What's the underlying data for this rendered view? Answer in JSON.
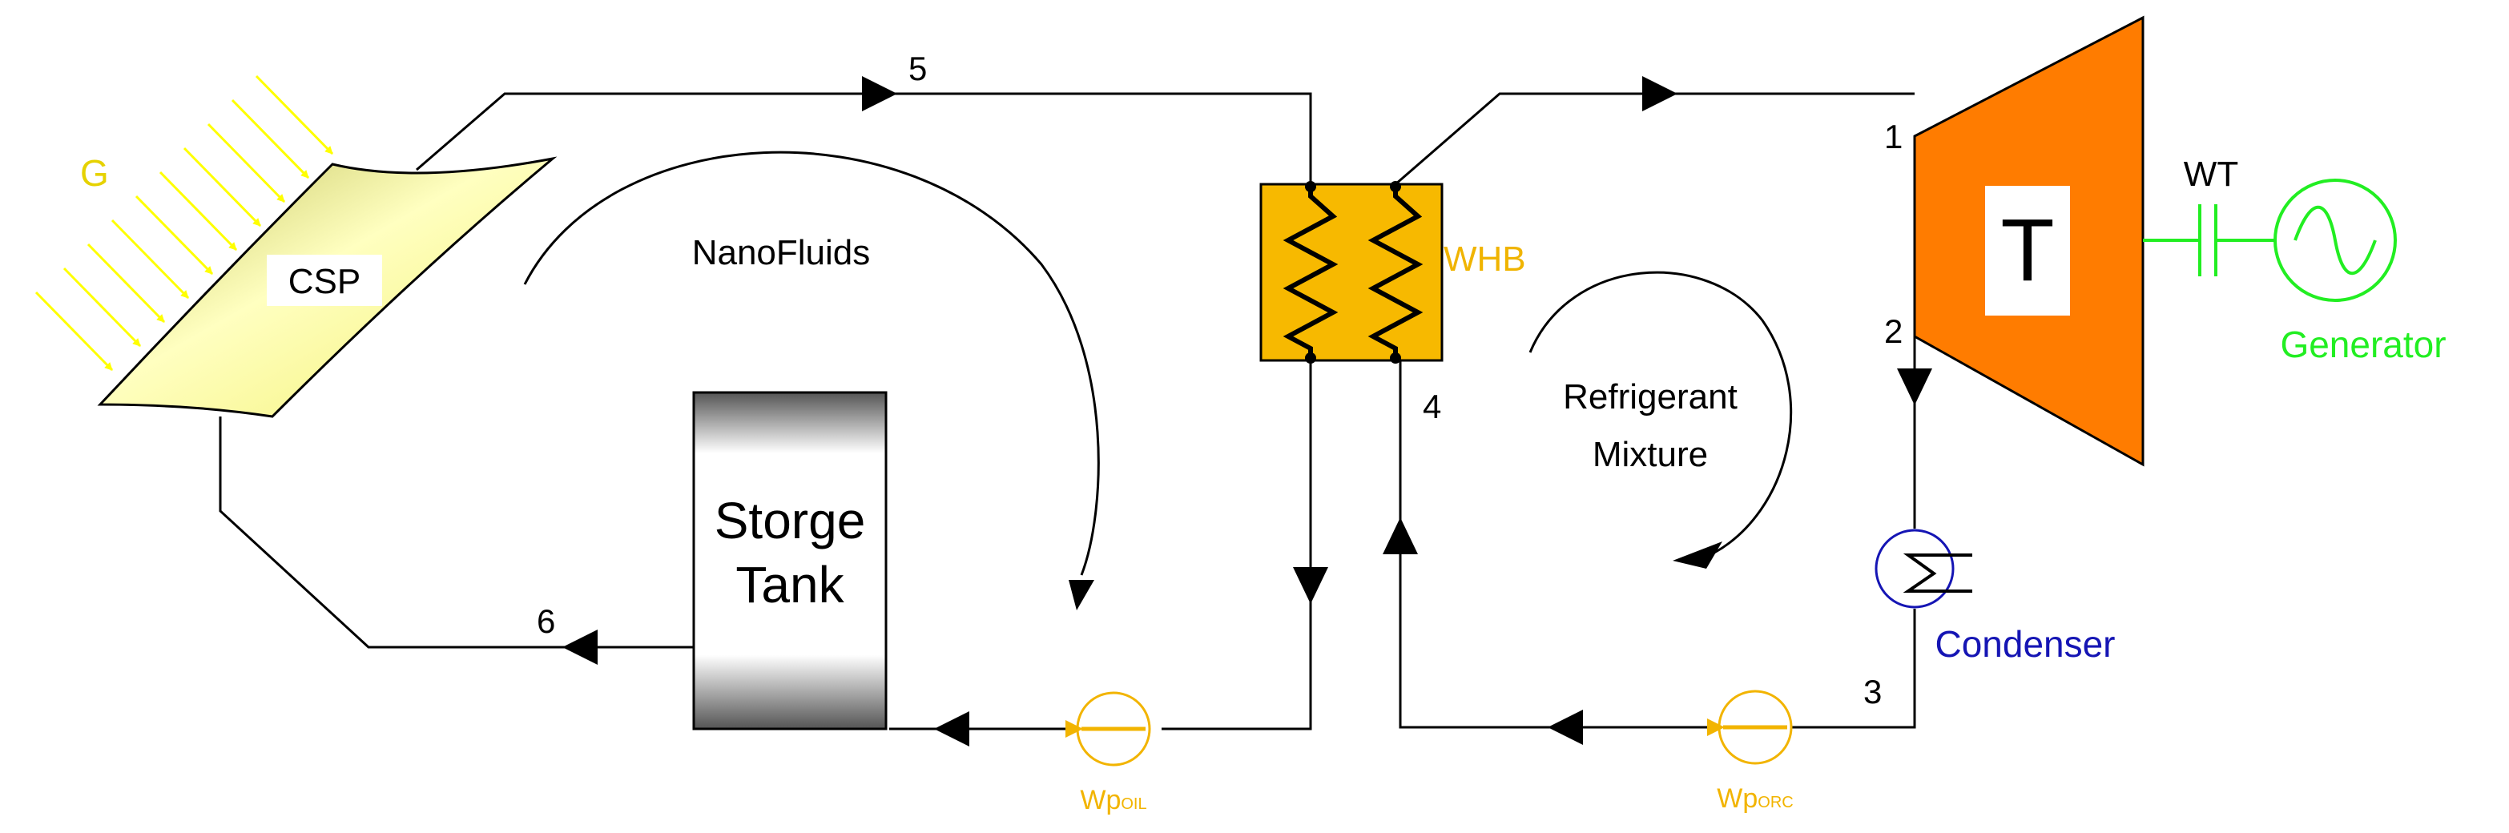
{
  "colors": {
    "line": "#000000",
    "solar": "#ffff00",
    "solar_label": "#e6d200",
    "whb_fill": "#f7b900",
    "whb_label": "#f0b400",
    "turbine": "#ff7c00",
    "generator": "#22ee22",
    "condenser": "#1515b4",
    "pump": "#f2b400"
  },
  "labels": {
    "G": "G",
    "csp": "CSP",
    "nanofluids": "NanoFluids",
    "storage_line1": "Storge",
    "storage_line2": "Tank",
    "whb": "WHB",
    "refrigerant_line1": "Refrigerant",
    "refrigerant_line2": "Mixture",
    "turbine": "T",
    "wt": "WT",
    "generator": "Generator",
    "condenser": "Condenser",
    "pump_oil_main": "Wp",
    "pump_oil_sub": "OIL",
    "pump_orc_main": "Wp",
    "pump_orc_sub": "ORC"
  },
  "states": {
    "s1": "1",
    "s2": "2",
    "s3": "3",
    "s4": "4",
    "s5": "5",
    "s6": "6"
  },
  "icons": {
    "solar_rays": "arrow-rays-icon",
    "flow_arrows": "triangle-arrow-icon",
    "generator": "sine-wave-icon",
    "condenser": "heat-exchanger-symbol",
    "pump": "pump-arrow-icon"
  }
}
